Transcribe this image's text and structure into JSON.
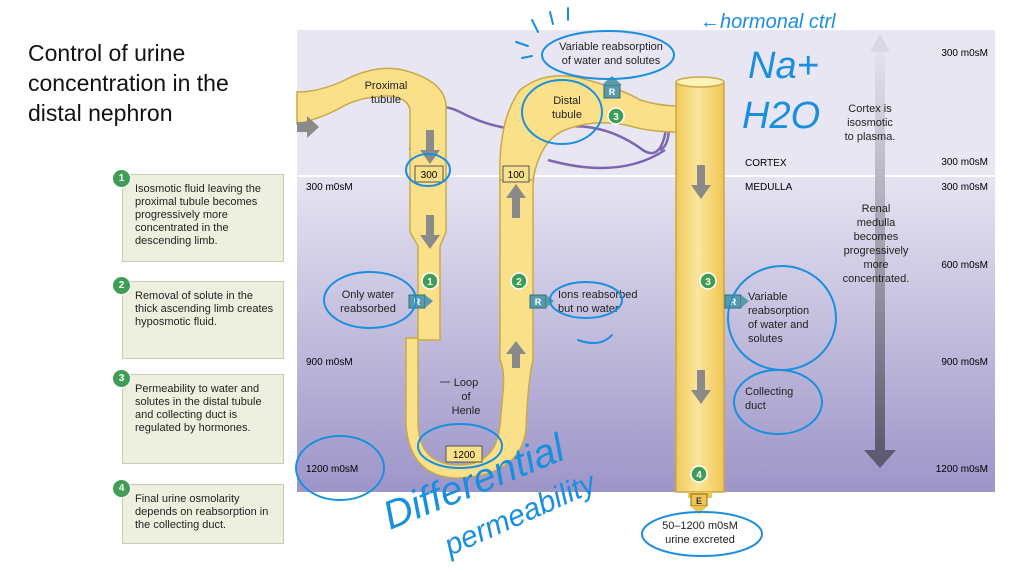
{
  "title": {
    "line1": "Control of urine",
    "line2": "concentration in the",
    "line3": "distal nephron"
  },
  "steps": [
    {
      "num": "1",
      "text": "Isosmotic fluid leaving the proximal tubule becomes progressively more concentrated in the descending limb."
    },
    {
      "num": "2",
      "text": "Removal of solute in the thick ascending limb creates hyposmotic fluid."
    },
    {
      "num": "3",
      "text": "Permeability to water and solutes in the distal tubule and collecting duct is regulated by hormones."
    },
    {
      "num": "4",
      "text": "Final urine osmolarity depends on reabsorption in the collecting duct."
    }
  ],
  "osm_left": {
    "m300": "300 m0sM",
    "m900": "900 m0sM",
    "m1200": "1200 m0sM"
  },
  "osm_right": {
    "m300_top": "300 m0sM",
    "m300_cortex": "300 m0sM",
    "m300_medulla": "300 m0sM",
    "m600": "600 m0sM",
    "m900": "900 m0sM",
    "m1200": "1200 m0sM"
  },
  "zones": {
    "cortex": "CORTEX",
    "medulla": "MEDULLA"
  },
  "labels": {
    "proximal_1": "Proximal",
    "proximal_2": "tubule",
    "distal_1": "Distal",
    "distal_2": "tubule",
    "var_top_1": "Variable reabsorption",
    "var_top_2": "of water and solutes",
    "cortex_note_1": "Cortex is",
    "cortex_note_2": "isosmotic",
    "cortex_note_3": "to plasma.",
    "renal_1": "Renal",
    "renal_2": "medulla",
    "renal_3": "becomes",
    "renal_4": "progressively",
    "renal_5": "more",
    "renal_6": "concentrated.",
    "only_water_1": "Only water",
    "only_water_2": "reabsorbed",
    "ions_1": "Ions reabsorbed",
    "ions_2": "but no water",
    "var_side_1": "Variable",
    "var_side_2": "reabsorption",
    "var_side_3": "of water and",
    "var_side_4": "solutes",
    "collecting_1": "Collecting",
    "collecting_2": "duct",
    "loop_1": "Loop",
    "loop_2": "of",
    "loop_3": "Henle",
    "urine_1": "50–1200 m0sM",
    "urine_2": "urine excreted",
    "val_300": "300",
    "val_100": "100",
    "val_1200": "1200",
    "r": "R",
    "e": "E"
  },
  "annotations": {
    "hormonal": "←hormonal ctrl",
    "na": "Na+",
    "h2o": "H2O",
    "differential": "Differential",
    "permeability": "permeability"
  },
  "colors": {
    "cortex_bg": "#e8e6f2",
    "medulla_top": "#dcd8ec",
    "medulla_bottom": "#9d95c8",
    "tubule_fill": "#fbe08a",
    "tubule_stroke": "#c9a94a",
    "step_badge": "#3f9d56",
    "annotation_blue": "#1a8fe0",
    "r_box": "#5a9aa8",
    "arrow_gray": "#8a8a8a",
    "vessel_purple": "#7d66b0"
  }
}
